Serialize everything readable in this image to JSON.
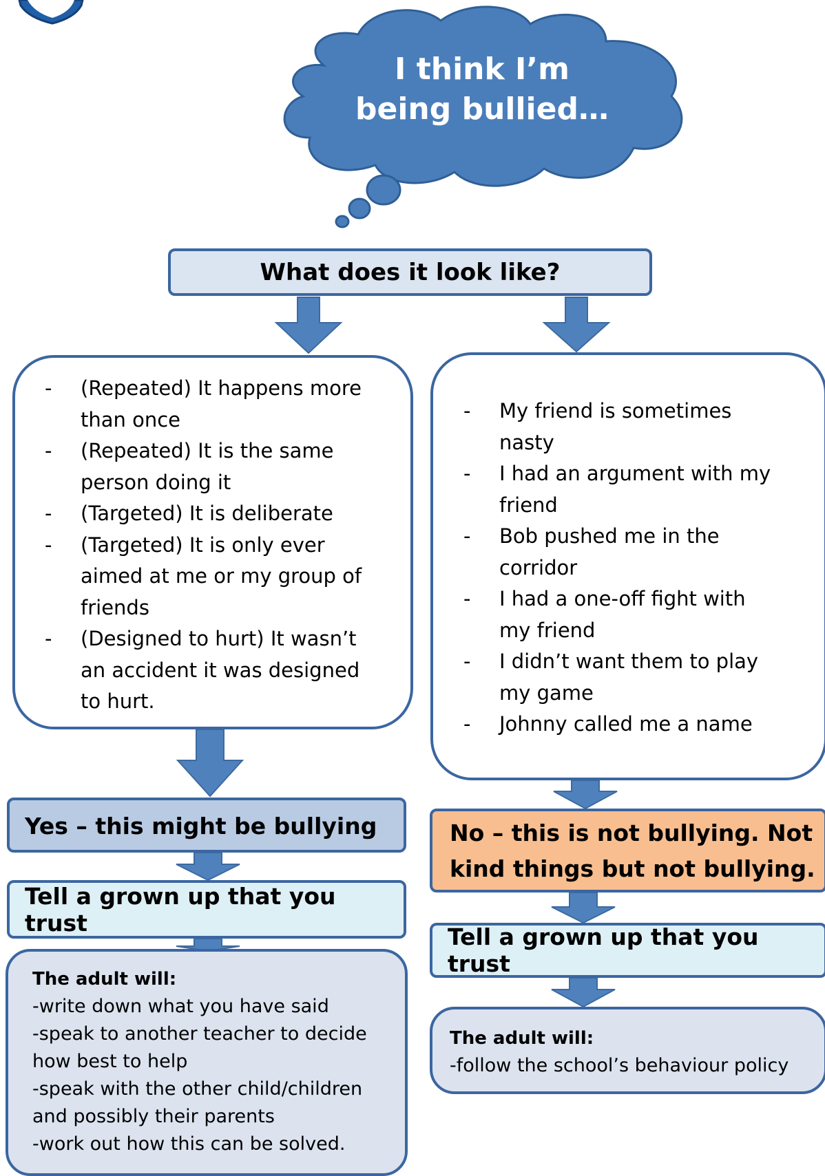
{
  "cloud": {
    "line1": "I think I’m",
    "line2": "being bullied…"
  },
  "question": "What does it look like?",
  "left_list": [
    {
      "line1": "(Repeated) It happens more",
      "line2": "than once"
    },
    {
      "line1": "(Repeated) It is the same",
      "line2": "person doing it"
    },
    {
      "line1": "(Targeted) It is deliberate",
      "line2": ""
    },
    {
      "line1": "(Targeted) It is only ever",
      "line2": "aimed at me or my group of",
      "line3": "friends"
    },
    {
      "line1": "(Designed to hurt) It wasn’t",
      "line2": "an accident it was designed",
      "line3": "to hurt."
    }
  ],
  "right_list": [
    {
      "line1": "My friend is sometimes",
      "line2": "nasty"
    },
    {
      "line1": "I had an argument with my",
      "line2": "friend"
    },
    {
      "line1": "Bob pushed me in the",
      "line2": "corridor"
    },
    {
      "line1": "I had a one-off fight with",
      "line2": "my friend"
    },
    {
      "line1": "I didn’t want them to play",
      "line2": "my game"
    },
    {
      "line1": "Johnny called me a name",
      "line2": ""
    }
  ],
  "yes_result": "Yes – this might be bullying",
  "no_result": {
    "line1": "No – this is not bullying. Not",
    "line2": "kind things but not bullying."
  },
  "tell_left": "Tell a grown up that you trust",
  "tell_right": "Tell a grown up that you trust",
  "adult_left": {
    "heading": "The adult will:",
    "lines": [
      "-write down what you have said",
      "-speak to another teacher to decide",
      "how best to help",
      "-speak with the other child/children",
      "and possibly their parents",
      "-work out how this can be solved."
    ]
  },
  "adult_right": {
    "heading": "The adult will:",
    "lines": [
      "-follow the school’s behaviour policy"
    ]
  },
  "colors": {
    "cloud": "#4a7ebb",
    "arrow": "#4f81bd",
    "border": "#3b66a1",
    "question_fill": "#dbe4f1",
    "yes_fill": "#b9cbe3",
    "no_fill": "#f9be8f",
    "tell_fill": "#ddf0f6",
    "adult_fill": "#dce3ef"
  },
  "icons": {
    "corner_logo": "shield-icon"
  }
}
